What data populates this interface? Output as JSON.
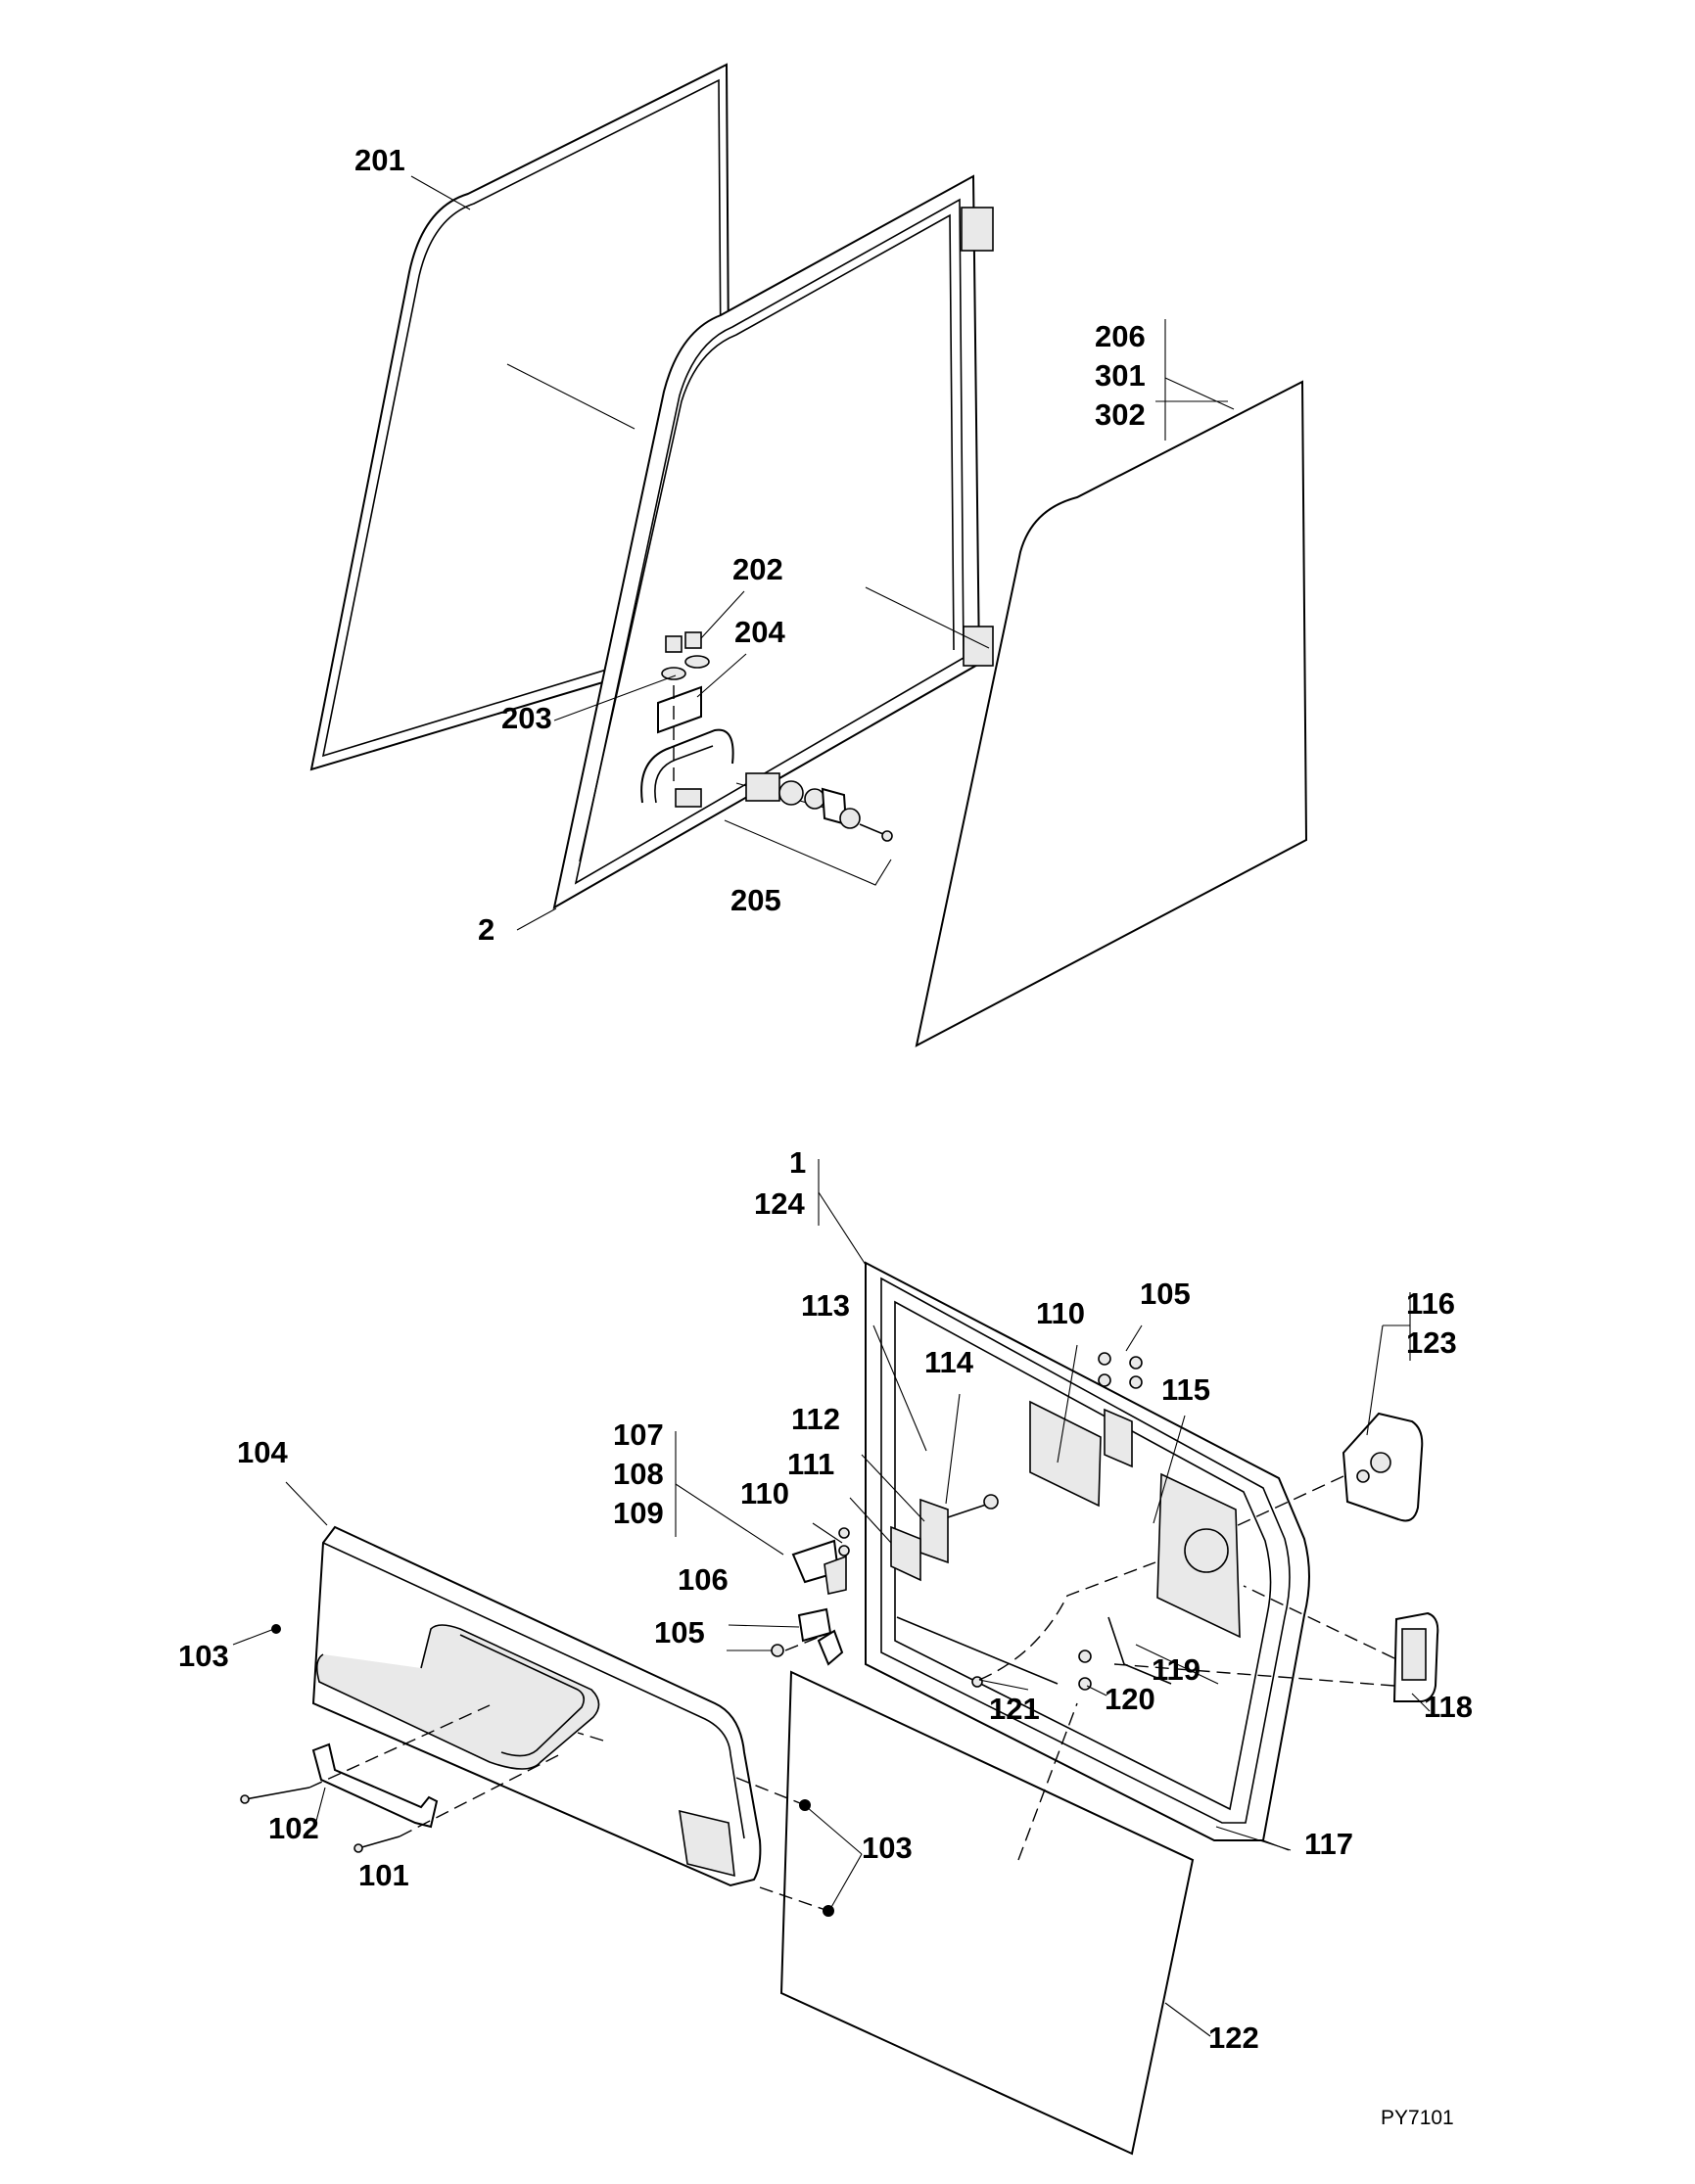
{
  "figure": {
    "code": "PY7101"
  },
  "callouts": {
    "c201": "201",
    "c206": "206",
    "c301": "301",
    "c302": "302",
    "c202": "202",
    "c204": "204",
    "c203": "203",
    "c205": "205",
    "c2": "2",
    "c1": "1",
    "c124": "124",
    "c113": "113",
    "c110a": "110",
    "c105a": "105",
    "c116": "116",
    "c123": "123",
    "c114": "114",
    "c115": "115",
    "c112": "112",
    "c107": "107",
    "c108": "108",
    "c109": "109",
    "c111": "111",
    "c110b": "110",
    "c104": "104",
    "c106": "106",
    "c105b": "105",
    "c103a": "103",
    "c119": "119",
    "c121": "121",
    "c120": "120",
    "c118": "118",
    "c102": "102",
    "c103b": "103",
    "c117": "117",
    "c101": "101",
    "c122": "122"
  }
}
